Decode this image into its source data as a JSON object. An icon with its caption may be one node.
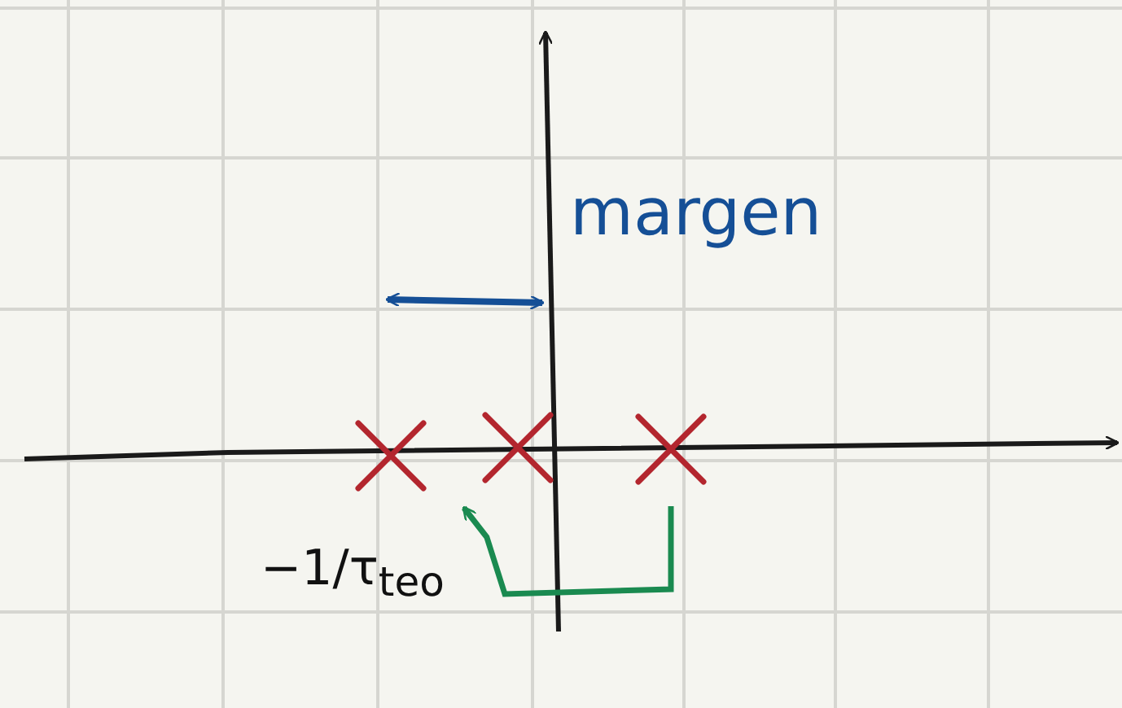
{
  "diagram": {
    "nodes": [
      {
        "text": [],
        "shape": "cross"
      },
      {
        "text": [],
        "shape": "cross"
      },
      {
        "text": [],
        "shape": "cross"
      },
      {
        "text": [
          "−1/τ$_{teo}$"
        ]
      }
    ],
    "edges": [
      {
        "from": 2,
        "to": 3,
        "arrow": "to",
        "color": "#1a8a50"
      }
    ],
    "labels": [
      "margen"
    ]
  }
}
